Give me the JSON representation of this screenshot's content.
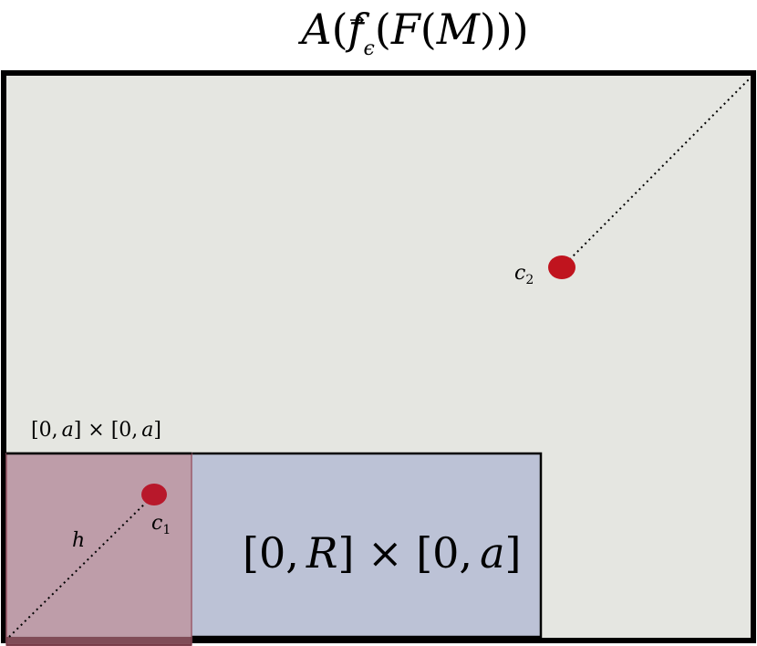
{
  "title": {
    "func": "A",
    "open_paren": "(",
    "f": "f",
    "eps": "ϵ",
    "arrow": "⃗",
    "inner_open": "(",
    "F": "F",
    "open2": "(",
    "M": "M",
    "close": ")))"
  },
  "labels": {
    "square_region": {
      "open": "[0,",
      "a1": "a",
      "mid": "] × [0,",
      "a2": "a",
      "close": "]"
    },
    "strip_region": {
      "open": "[0,",
      "R": "R",
      "mid": "] × [0,",
      "a": "a",
      "close": "]"
    },
    "h": "h",
    "c1": {
      "base": "c",
      "sub": "1"
    },
    "c2": {
      "base": "c",
      "sub": "2"
    }
  },
  "colors": {
    "outer_fill": "#e5e6e1",
    "outer_stroke": "#000000",
    "strip_fill": "#bcc2d6",
    "square_fill": "#be9ca7",
    "square_stroke": "#9a5a6b",
    "point_fill": "#c0141e",
    "point_c1_fill": "#b8182b"
  }
}
